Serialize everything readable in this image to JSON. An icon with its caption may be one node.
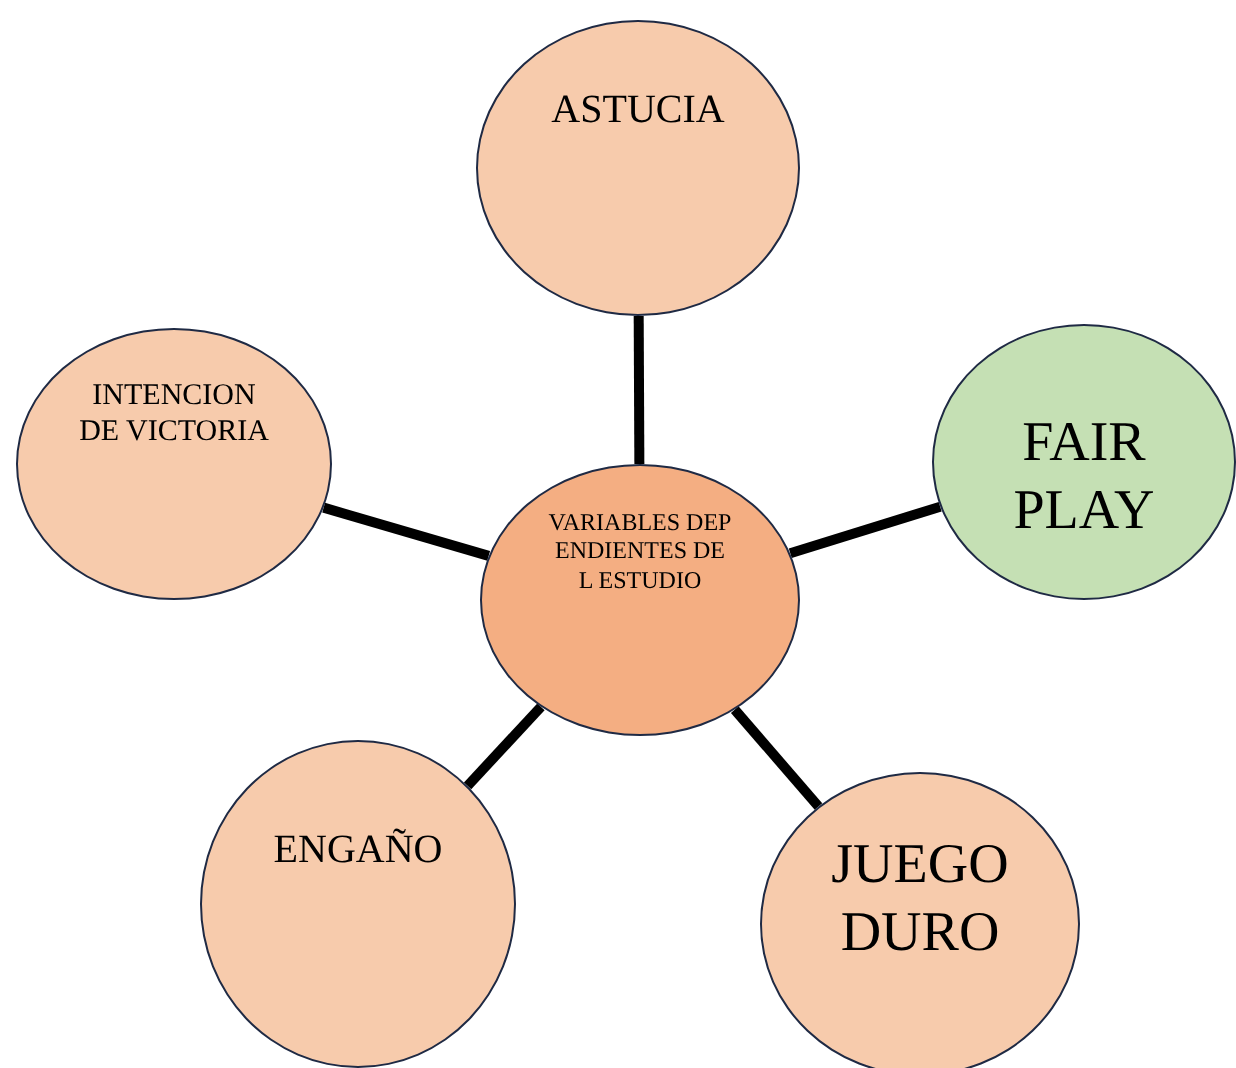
{
  "diagram": {
    "nodes": [
      {
        "text": [
          "ASTUCIA"
        ]
      },
      {
        "text": [
          "INTENCION DE VICTORIA"
        ]
      },
      {
        "text": [
          "FAIR PLAY"
        ]
      },
      {
        "text": [
          "VARIABLES DEPENDIENTES DEL ESTUDIO"
        ]
      },
      {
        "text": [
          "ENGAÑO"
        ]
      },
      {
        "text": [
          "JUEGO DURO"
        ]
      }
    ],
    "edges": [
      {
        "from": 3,
        "to": 0,
        "arrow": "none"
      },
      {
        "from": 3,
        "to": 1,
        "arrow": "none"
      },
      {
        "from": 3,
        "to": 2,
        "arrow": "none"
      },
      {
        "from": 3,
        "to": 4,
        "arrow": "none"
      },
      {
        "from": 3,
        "to": 5,
        "arrow": "none"
      }
    ]
  }
}
